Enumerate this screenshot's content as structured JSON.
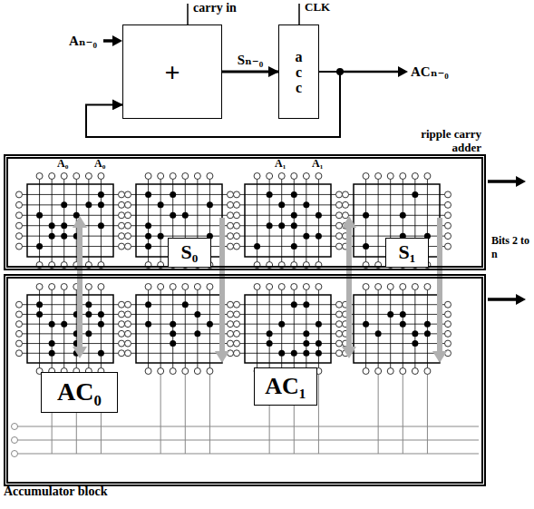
{
  "diagram": {
    "nodes": [
      {
        "text": [
          "+"
        ]
      },
      {
        "text": [
          "a c c"
        ]
      },
      {
        "text": [
          "ripple carry adder"
        ]
      },
      {
        "text": [
          "S₀"
        ],
        "in": 2
      },
      {
        "text": [
          "S₁"
        ],
        "in": 2
      },
      {
        "text": [
          "Accumulator block"
        ]
      },
      {
        "text": [
          "AC₀"
        ],
        "in": 5
      },
      {
        "text": [
          "AC₁"
        ],
        "in": 5
      }
    ],
    "edges": [
      {
        "from": 0,
        "to": 1,
        "arrow": "to",
        "label": "Sₙ₋₀"
      },
      {
        "from": 1,
        "to": 0,
        "arrow": "to"
      }
    ],
    "labels": [
      "carry in",
      "Aₙ₋₀",
      "CLK",
      "ACₙ₋₀",
      "A₀",
      "Ā₀",
      "A₁",
      "Ā₁",
      "Bits 2 to n"
    ]
  }
}
